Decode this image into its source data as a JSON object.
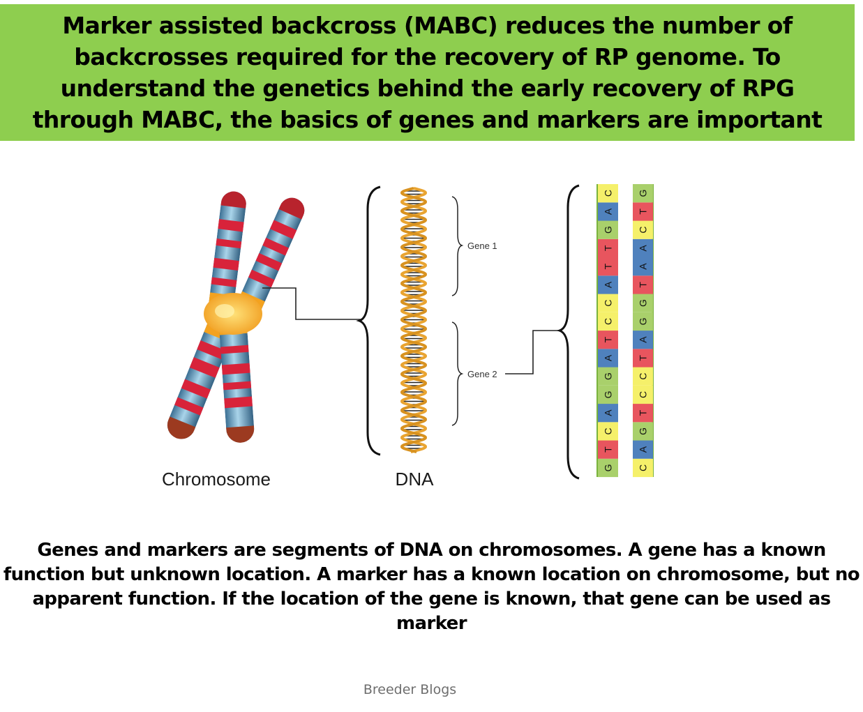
{
  "header": {
    "title": "Marker assisted backcross (MABC) reduces the number of backcrosses required for the recovery of RP genome. To understand the genetics behind the early recovery of RPG through MABC, the basics of genes and markers are important"
  },
  "diagram": {
    "chromosome_label": "Chromosome",
    "dna_label": "DNA",
    "gene1_label": "Gene 1",
    "gene2_label": "Gene 2",
    "sequence": {
      "strand_left": [
        "G",
        "T",
        "C",
        "A",
        "G",
        "G",
        "A",
        "T",
        "C",
        "C",
        "A",
        "T",
        "T",
        "G",
        "A",
        "C"
      ],
      "strand_right": [
        "C",
        "A",
        "G",
        "T",
        "C",
        "C",
        "T",
        "A",
        "G",
        "G",
        "T",
        "A",
        "A",
        "C",
        "T",
        "G"
      ]
    },
    "base_colors": {
      "A": "#4f81bd",
      "T": "#e8555e",
      "C": "#f5f06a",
      "G": "#a9d06b"
    }
  },
  "caption": "Genes and markers are segments of DNA on chromosomes. A gene has a known function but unknown location. A marker has a known location on chromosome, but no apparent function. If the location of the gene is known, that gene can be used as marker",
  "footer": "Breeder Blogs"
}
